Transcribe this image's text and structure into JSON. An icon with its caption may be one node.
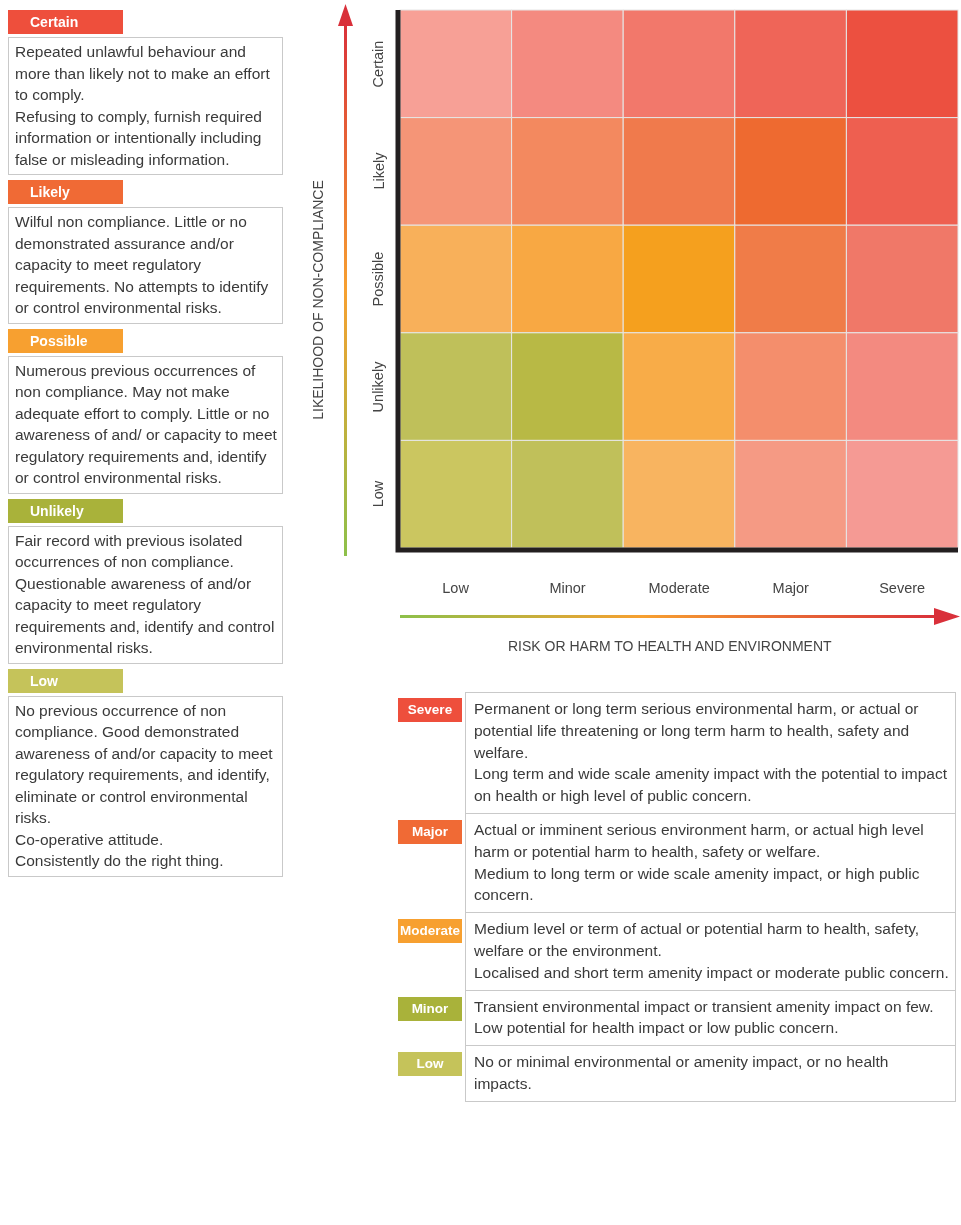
{
  "diagram": {
    "nodes": [
      {
        "text": [
          "Certain",
          "Repeated unlawful behaviour and more than likely not to make an effort to comply.",
          "Refusing to comply, furnish required information or intentionally including false or misleading information."
        ]
      },
      {
        "text": [
          "Likely",
          "Wilful non compliance.  Little or no demonstrated assurance and/or capacity to meet regulatory requirements. No attempts to identify or control environmental risks."
        ]
      },
      {
        "text": [
          "Possible",
          "Numerous previous occurrences of non compliance. May not make adequate effort to comply. Little or no awareness of and/ or capacity to meet regulatory requirements and, identify or control environmental risks."
        ]
      },
      {
        "text": [
          "Unlikely",
          "Fair record with previous isolated occurrences of non compliance. Questionable awareness of and/or capacity to meet regulatory requirements and, identify and control environmental risks."
        ]
      },
      {
        "text": [
          "Low",
          "No previous occurrence of non compliance. Good demonstrated awareness of and/or capacity to meet regulatory requirements, and identify, eliminate or control environmental risks.",
          "Co-operative attitude.",
          "Consistently do the right thing."
        ]
      },
      {
        "text": [
          "Severe",
          "Permanent or long term serious environmental harm, or actual or potential life threatening or long term harm to health, safety and welfare.",
          "Long term and wide scale amenity impact with the potential to impact on health or high level of public concern."
        ]
      },
      {
        "text": [
          "Major",
          "Actual or imminent serious environment harm, or actual high level harm or potential harm to health, safety or welfare.",
          "Medium to long term or wide scale amenity impact, or high public concern."
        ]
      },
      {
        "text": [
          "Moderate",
          "Medium level or term of actual or potential harm to health, safety, welfare or the environment.",
          "Localised and short term amenity impact or moderate public concern."
        ]
      },
      {
        "text": [
          "Minor",
          "Transient environmental impact or transient amenity impact on few.",
          "Low potential for health impact or low public concern."
        ]
      },
      {
        "text": [
          "Low",
          "No or minimal environmental or amenity impact, or no health impacts."
        ]
      }
    ],
    "labels": [
      "LIKELIHOOD OF NON-COMPLIANCE",
      "Certain",
      "Likely",
      "Possible",
      "Unlikely",
      "Low",
      "Low",
      "Minor",
      "Moderate",
      "Major",
      "Severe",
      "RISK OR HARM TO HEALTH AND ENVIRONMENT"
    ]
  }
}
